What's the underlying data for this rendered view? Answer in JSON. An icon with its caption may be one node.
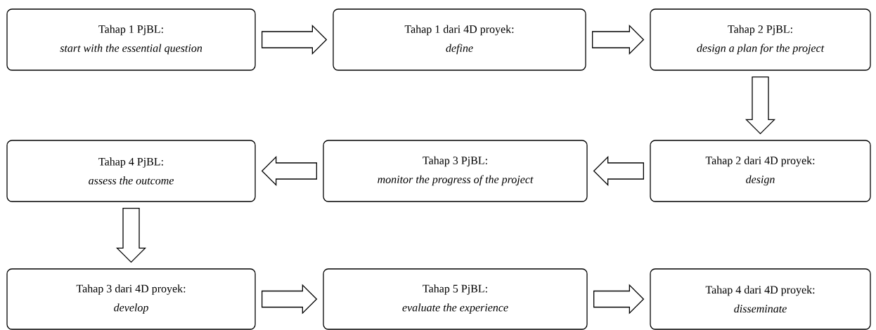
{
  "diagram": {
    "nodes": [
      {
        "text": [
          "Tahap 1 PjBL:",
          "start with the essential question"
        ]
      },
      {
        "text": [
          "Tahap 1 dari 4D proyek:",
          "define"
        ]
      },
      {
        "text": [
          "Tahap 2 PjBL:",
          "design a plan for the project"
        ]
      },
      {
        "text": [
          "Tahap 4 PjBL:",
          "assess the outcome"
        ]
      },
      {
        "text": [
          "Tahap 3 PjBL:",
          "monitor the progress of the project"
        ]
      },
      {
        "text": [
          "Tahap 2 dari 4D proyek:",
          "design"
        ]
      },
      {
        "text": [
          "Tahap 3 dari 4D proyek:",
          "develop"
        ]
      },
      {
        "text": [
          "Tahap 5 PjBL:",
          "evaluate the experience"
        ]
      },
      {
        "text": [
          "Tahap 4 dari 4D proyek:",
          "disseminate"
        ]
      }
    ],
    "edges": [
      {
        "from": 0,
        "to": 1,
        "arrow": "to"
      },
      {
        "from": 1,
        "to": 2,
        "arrow": "to"
      },
      {
        "from": 2,
        "to": 5,
        "arrow": "to"
      },
      {
        "from": 5,
        "to": 4,
        "arrow": "to"
      },
      {
        "from": 4,
        "to": 3,
        "arrow": "to"
      },
      {
        "from": 3,
        "to": 6,
        "arrow": "to"
      },
      {
        "from": 6,
        "to": 7,
        "arrow": "to"
      },
      {
        "from": 7,
        "to": 8,
        "arrow": "to"
      }
    ]
  }
}
